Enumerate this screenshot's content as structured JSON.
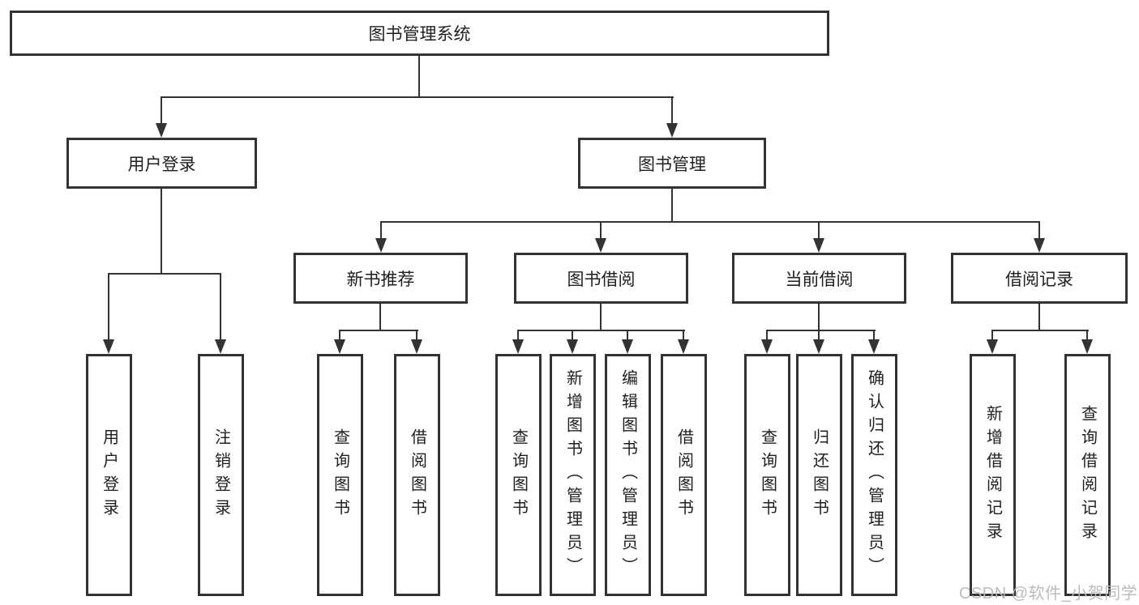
{
  "watermark": "CSDN @软件_小贺同学",
  "tree": {
    "root": {
      "label": "图书管理系统"
    },
    "branches": [
      {
        "label": "用户登录",
        "children": [
          "用户登录",
          "注销登录"
        ]
      },
      {
        "label": "图书管理",
        "groups": [
          {
            "label": "新书推荐",
            "children": [
              "查询图书",
              "借阅图书"
            ]
          },
          {
            "label": "图书借阅",
            "children": [
              "查询图书",
              "新增图书（管理员）",
              "编辑图书（管理员）",
              "借阅图书"
            ]
          },
          {
            "label": "当前借阅",
            "children": [
              "查询图书",
              "归还图书",
              "确认归还（管理员）"
            ]
          },
          {
            "label": "借阅记录",
            "children": [
              "新增借阅记录",
              "查询借阅记录"
            ]
          }
        ]
      }
    ]
  }
}
